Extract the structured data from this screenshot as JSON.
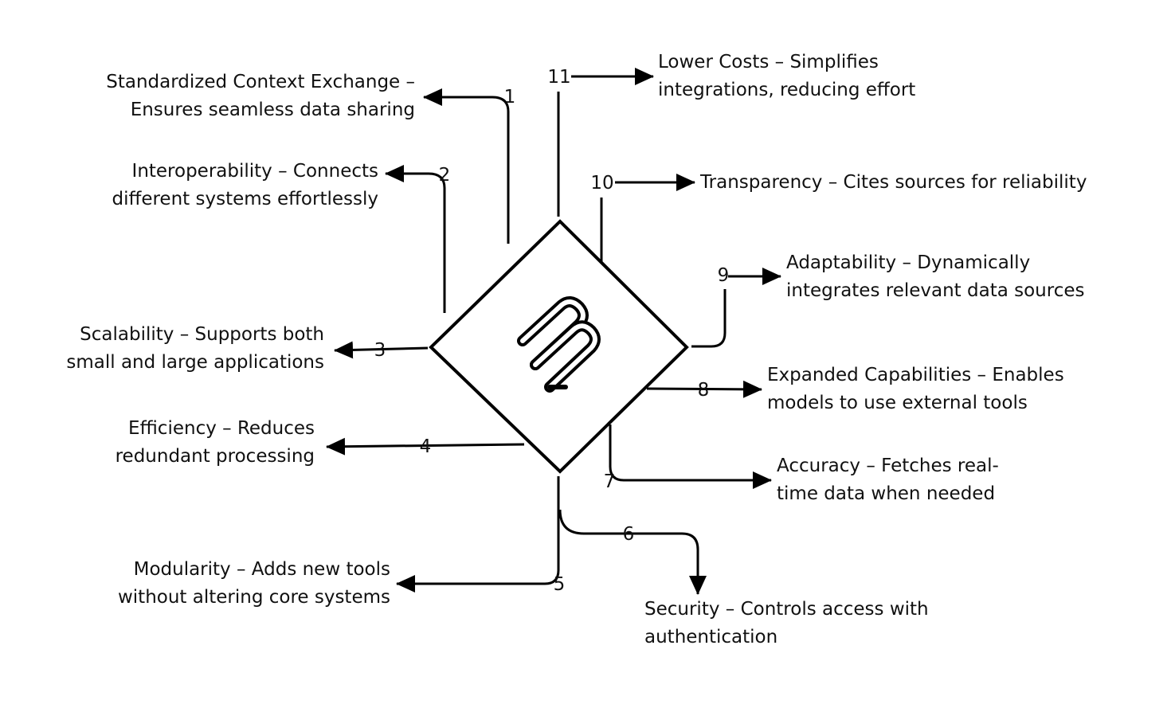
{
  "benefits": [
    {
      "number": "1",
      "lines": [
        "Standardized Context Exchange –",
        "Ensures seamless data sharing"
      ]
    },
    {
      "number": "2",
      "lines": [
        "Interoperability – Connects",
        "different systems effortlessly"
      ]
    },
    {
      "number": "3",
      "lines": [
        "Scalability – Supports both",
        "small and large applications"
      ]
    },
    {
      "number": "4",
      "lines": [
        "Efficiency – Reduces",
        "redundant processing"
      ]
    },
    {
      "number": "5",
      "lines": [
        "Modularity – Adds new tools",
        "without altering core systems"
      ]
    },
    {
      "number": "6",
      "lines": [
        "Security – Controls access with",
        "authentication"
      ]
    },
    {
      "number": "7",
      "lines": [
        "Accuracy – Fetches real-",
        "time data when needed"
      ]
    },
    {
      "number": "8",
      "lines": [
        "Expanded Capabilities – Enables",
        "models to use external tools"
      ]
    },
    {
      "number": "9",
      "lines": [
        "Adaptability – Dynamically",
        "integrates relevant data sources"
      ]
    },
    {
      "number": "10",
      "lines": [
        "Transparency – Cites sources for reliability"
      ]
    },
    {
      "number": "11",
      "lines": [
        "Lower Costs – Simplifies",
        "integrations, reducing effort"
      ]
    }
  ],
  "center_icon": "mcp-logo-icon",
  "colors": {
    "line": "#000000",
    "text": "#111111",
    "background": "#ffffff"
  }
}
